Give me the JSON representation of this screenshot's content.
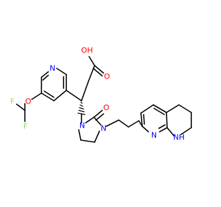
{
  "molecule": {
    "colors": {
      "bond": "#000000",
      "oxygen": "#ff0000",
      "nitrogen": "#0000ff",
      "fluorine": "#90e050",
      "carbon": "#000000"
    },
    "labels": {
      "oxygen_acid_oh": "OH",
      "oxygen_acid_carbonyl": "O",
      "pyridine_n": "N",
      "ether_o": "O",
      "fluorine_top": "F",
      "fluorine_bottom": "F",
      "imidazolidinone_n1": "N",
      "imidazolidinone_n3": "N",
      "carbonyl_o": "O",
      "naphthyridine_n": "N",
      "naphthyridine_nh": "NH"
    }
  }
}
